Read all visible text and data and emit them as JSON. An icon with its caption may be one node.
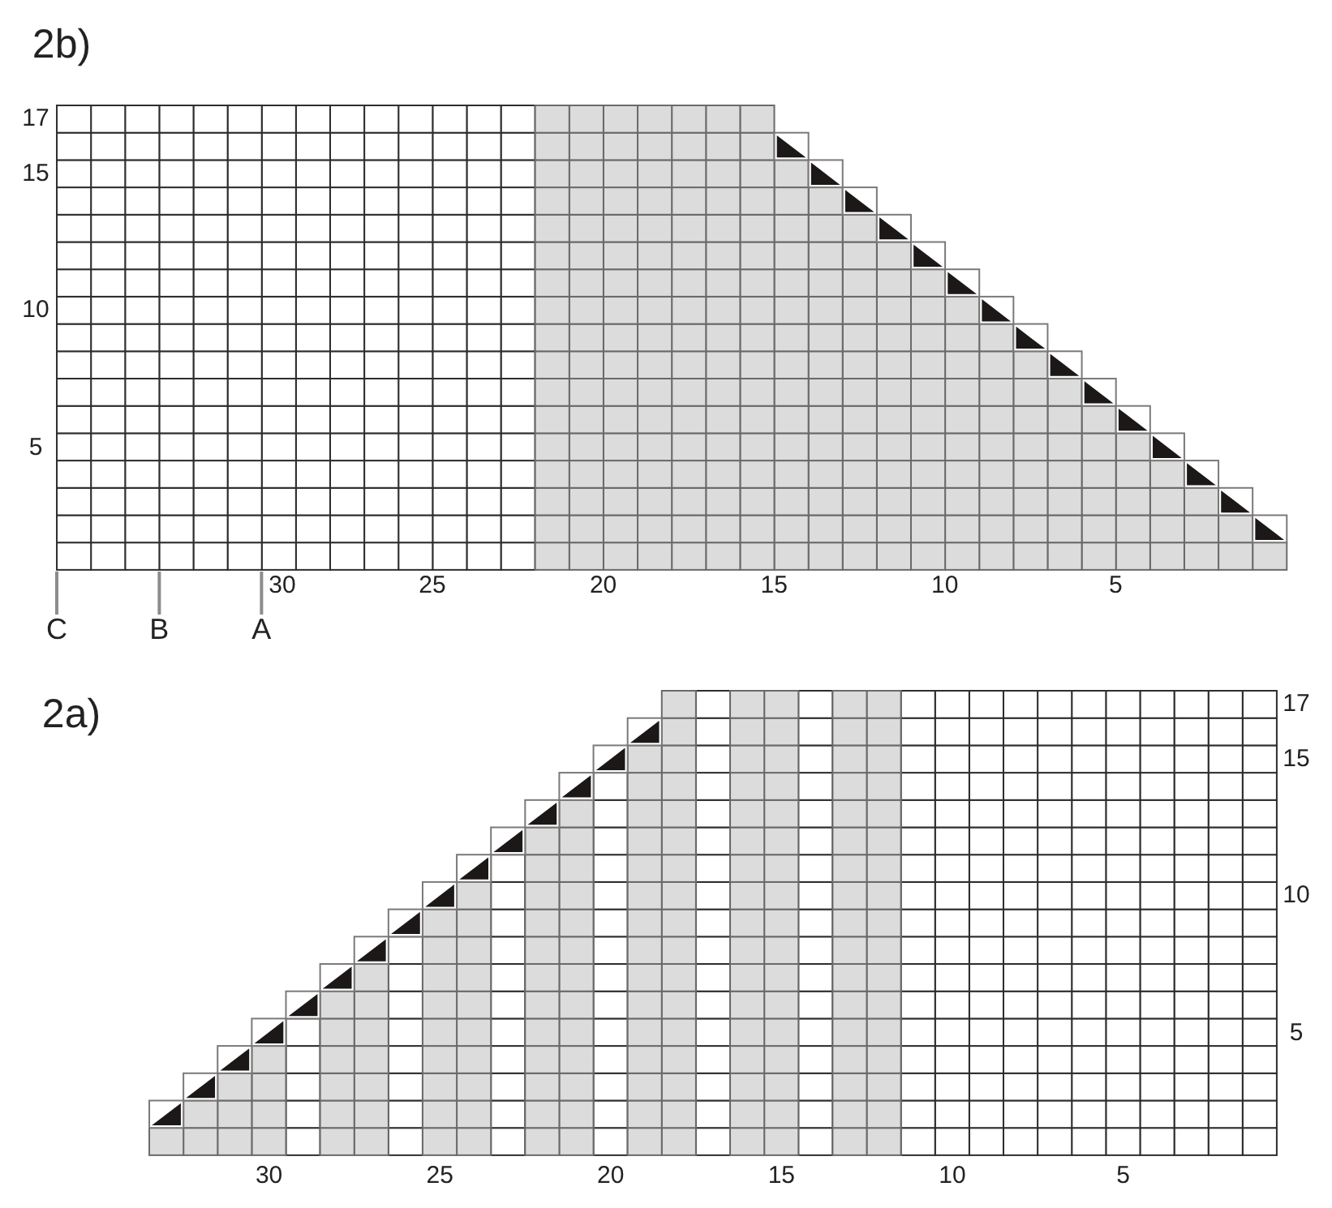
{
  "diagram": {
    "nodes": [
      {
        "text": [
          "2b)"
        ]
      },
      {
        "text": [
          "C"
        ]
      },
      {
        "text": [
          "B"
        ]
      },
      {
        "text": [
          "A"
        ]
      },
      {
        "text": [
          "2a)"
        ]
      }
    ],
    "edges": [
      {
        "from": 1,
        "to": 0,
        "arrow": "none"
      },
      {
        "from": 2,
        "to": 0,
        "arrow": "none"
      },
      {
        "from": 3,
        "to": 0,
        "arrow": "none"
      }
    ],
    "labels": [
      "17",
      "15",
      "10",
      "5",
      "30",
      "25",
      "20",
      "15",
      "10",
      "5",
      "17",
      "15",
      "10",
      "5",
      "30",
      "25",
      "20",
      "15",
      "10",
      "5"
    ]
  }
}
